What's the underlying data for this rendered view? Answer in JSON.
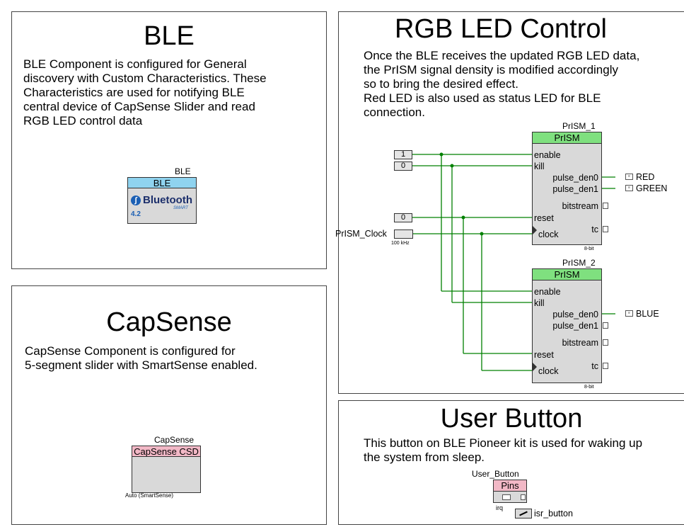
{
  "ble_panel": {
    "title": "BLE",
    "description": "BLE Component is configured for General\ndiscovery with Custom Characteristics. These\nCharacteristics are used for notifying BLE\ncentral device of CapSense Slider and read\nRGB LED control data",
    "component": {
      "instance": "BLE",
      "type": "BLE",
      "logo_text": "Bluetooth",
      "logo_sub": "SMART",
      "version": "4.2"
    }
  },
  "capsense_panel": {
    "title": "CapSense",
    "description": "CapSense Component is configured for\n5-segment slider with SmartSense enabled.",
    "component": {
      "instance": "CapSense",
      "type": "CapSense CSD",
      "footer": "Auto (SmartSense)"
    }
  },
  "rgb_panel": {
    "title": "RGB LED Control",
    "description": "Once the BLE receives the updated RGB LED data,\nthe PrISM signal density is modified accordingly\nso to bring the desired effect.\nRed LED is also used as status LED for BLE\nconnection.",
    "constants": {
      "enable": "1",
      "kill": "0",
      "reset": "0"
    },
    "clock": {
      "name": "PrISM_Clock",
      "freq": "100 kHz"
    },
    "prism1": {
      "instance": "PrISM_1",
      "type": "PrISM",
      "pins": {
        "enable": "enable",
        "kill": "kill",
        "pulse_den0": "pulse_den0",
        "pulse_den1": "pulse_den1",
        "bitstream": "bitstream",
        "reset": "reset",
        "tc": "tc",
        "clock": "clock"
      },
      "footer": "8-bit"
    },
    "prism2": {
      "instance": "PrISM_2",
      "type": "PrISM",
      "pins": {
        "enable": "enable",
        "kill": "kill",
        "pulse_den0": "pulse_den0",
        "pulse_den1": "pulse_den1",
        "bitstream": "bitstream",
        "reset": "reset",
        "tc": "tc",
        "clock": "clock"
      },
      "footer": "8-bit"
    },
    "outputs": {
      "red": "RED",
      "green": "GREEN",
      "blue": "BLUE"
    }
  },
  "button_panel": {
    "title": "User Button",
    "description": "This button on BLE Pioneer kit is used for waking up\nthe system from sleep.",
    "component": {
      "instance": "User_Button",
      "type": "Pins",
      "irq_label": "irq",
      "isr": "isr_button"
    }
  },
  "colors": {
    "wire": "#008000",
    "prism_header": "#7fe07f",
    "ble_header": "#8fd3ef",
    "pink_header": "#f2b8c6",
    "block_body": "#d9d9d9"
  }
}
